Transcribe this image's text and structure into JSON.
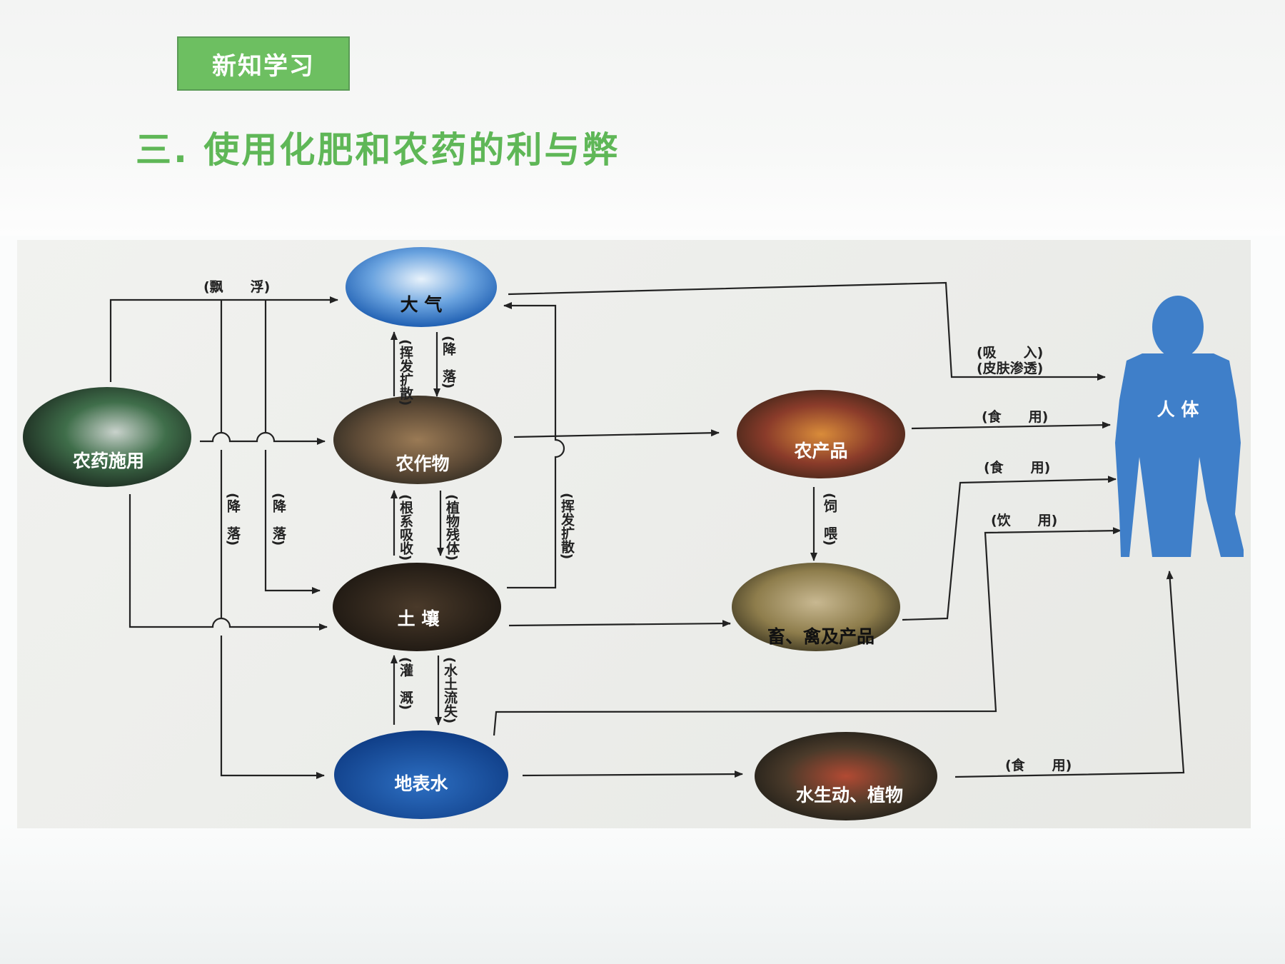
{
  "badge": "新知学习",
  "heading": "三. 使用化肥和农药的利与弊",
  "nodes": {
    "atmosphere": "大 气",
    "pesticide": "农药施用",
    "crop": "农作物",
    "soil": "土 壤",
    "surface_water": "地表水",
    "produce": "农产品",
    "livestock": "畜、禽及产品",
    "aquatic": "水生动、植物",
    "human": "人 体"
  },
  "edge_labels": {
    "float": "(飘　　浮)",
    "volatilize": "(挥发扩散)",
    "fall_atm": "(降　落)",
    "fall_left1": "(降　落)",
    "fall_left2": "(降　落)",
    "root_absorb": "(根系吸收)",
    "plant_residue": "(植物残体)",
    "volatilize_soil": "(挥发扩散)",
    "irrigation": "(灌　溉)",
    "erosion": "(水土流失)",
    "inhale": "(吸　　入)",
    "skin": "(皮肤渗透)",
    "eat1": "(食　　用)",
    "feed": "(饲　喂)",
    "eat2": "(食　　用)",
    "drink": "(饮　　用)",
    "eat3": "(食　　用)"
  },
  "colors": {
    "accent_green": "#6dbf61",
    "heading_green": "#5fb757",
    "human_blue": "#3f7fc9"
  }
}
